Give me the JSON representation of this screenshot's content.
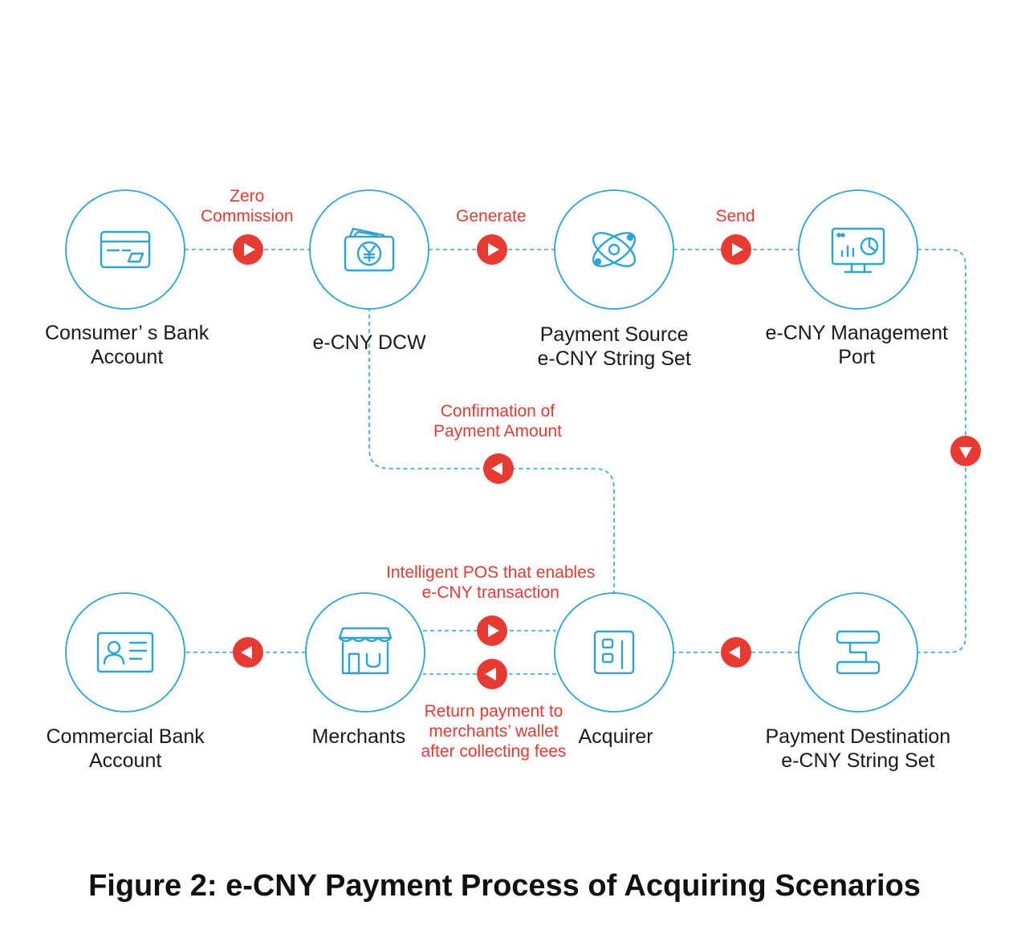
{
  "caption": "Figure 2: e-CNY Payment Process of Acquiring Scenarios",
  "colors": {
    "node_stroke": "#2aa5d8",
    "icon_stroke": "#2aa5d8",
    "arrow_fill": "#e83a30",
    "edge_label": "#e83a30",
    "text": "#1a1a1a"
  },
  "nodes": [
    {
      "id": "consumer-bank-account",
      "icon": "bank-card-icon",
      "label_lines": [
        "Consumer’ s Bank",
        "Account"
      ]
    },
    {
      "id": "ecny-dcw",
      "icon": "yuan-wallet-icon",
      "label_lines": [
        "e-CNY DCW"
      ]
    },
    {
      "id": "payment-source-string-set",
      "icon": "orbit-icon",
      "label_lines": [
        "Payment Source",
        "e-CNY String Set"
      ]
    },
    {
      "id": "ecny-management-port",
      "icon": "monitor-chart-icon",
      "label_lines": [
        "e-CNY Management",
        "Port"
      ]
    },
    {
      "id": "payment-destination-string-set",
      "icon": "flow-block-icon",
      "label_lines": [
        "Payment Destination",
        "e-CNY String Set"
      ]
    },
    {
      "id": "acquirer",
      "icon": "building-icon",
      "label_lines": [
        "Acquirer"
      ]
    },
    {
      "id": "merchants",
      "icon": "storefront-icon",
      "label_lines": [
        "Merchants"
      ]
    },
    {
      "id": "commercial-bank-account",
      "icon": "id-card-icon",
      "label_lines": [
        "Commercial Bank",
        "Account"
      ]
    }
  ],
  "edges": [
    {
      "id": "zero-commission",
      "from": "consumer-bank-account",
      "to": "ecny-dcw",
      "direction": "right",
      "label_lines": [
        "Zero",
        "Commission"
      ]
    },
    {
      "id": "generate",
      "from": "ecny-dcw",
      "to": "payment-source-string-set",
      "direction": "right",
      "label_lines": [
        "Generate"
      ]
    },
    {
      "id": "send",
      "from": "payment-source-string-set",
      "to": "ecny-management-port",
      "direction": "right",
      "label_lines": [
        "Send"
      ]
    },
    {
      "id": "management-to-destination",
      "from": "ecny-management-port",
      "to": "payment-destination-string-set",
      "direction": "down",
      "label_lines": []
    },
    {
      "id": "destination-to-acquirer",
      "from": "payment-destination-string-set",
      "to": "acquirer",
      "direction": "left",
      "label_lines": []
    },
    {
      "id": "confirmation",
      "from": "acquirer",
      "to": "ecny-dcw",
      "direction": "left",
      "label_lines": [
        "Confirmation of",
        "Payment Amount"
      ]
    },
    {
      "id": "intelligent-pos",
      "from": "merchants",
      "to": "acquirer",
      "direction": "right",
      "label_lines": [
        "Intelligent POS that enables",
        "e-CNY transaction"
      ]
    },
    {
      "id": "return-payment",
      "from": "acquirer",
      "to": "merchants",
      "direction": "left",
      "label_lines": [
        "Return payment to",
        "merchants’ wallet",
        "after collecting fees"
      ]
    },
    {
      "id": "merchants-to-commercial",
      "from": "merchants",
      "to": "commercial-bank-account",
      "direction": "left",
      "label_lines": []
    }
  ]
}
